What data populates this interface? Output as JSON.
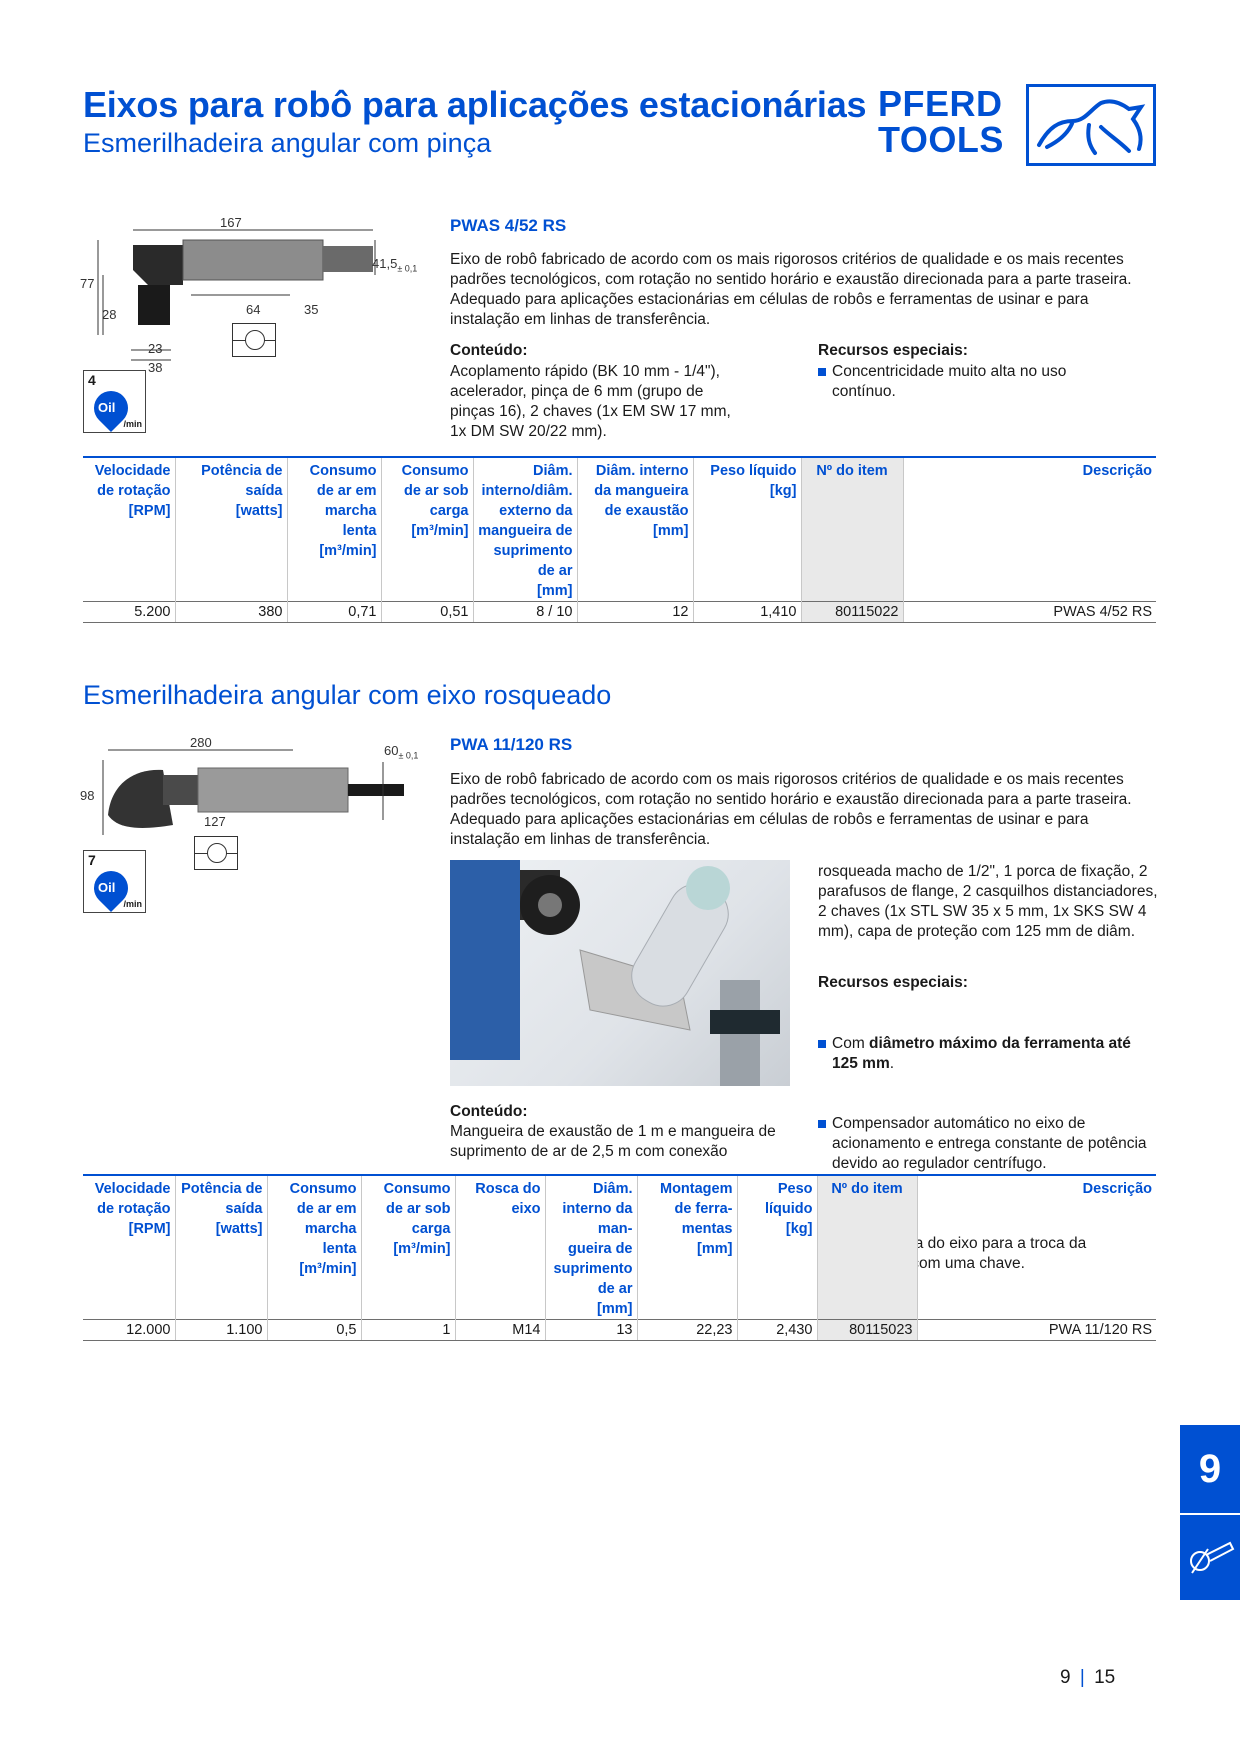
{
  "header": {
    "title": "Eixos para robô para aplicações estacionárias",
    "subtitle": "Esmerilhadeira angular com pinça",
    "logo_line1": "PFERD",
    "logo_line2": "TOOLS"
  },
  "product1": {
    "name": "PWAS 4/52 RS",
    "description": "Eixo de robô fabricado de acordo com os mais rigorosos critérios de qualidade e os mais recentes padrões tecnológicos, com rotação no sentido horário e exaustão direcionada para a parte traseira. Adequado para aplicações estacionárias em células de robôs e ferramentas de usinar e para instalação em linhas de transferência.",
    "contents_label": "Conteúdo:",
    "contents": "Acoplamento rápido (BK 10 mm - 1/4\"), acelerador, pinça de 6 mm (grupo de pinças 16), 2 chaves (1x EM SW 17 mm, 1x DM SW 20/22 mm).",
    "features_label": "Recursos especiais:",
    "features": [
      "Concentricidade muito alta no uso contínuo."
    ],
    "oil_number": "4",
    "oil_label": "Oil",
    "oil_unit": "/min",
    "dims": {
      "length": "167",
      "height": "77",
      "d28": "28",
      "d23": "23",
      "d38": "38",
      "d64": "64",
      "d35": "35",
      "tol": "41,5",
      "tol_sub": "± 0,1"
    },
    "table": {
      "headers": [
        [
          "Velocidade",
          "de rotação",
          "[RPM]"
        ],
        [
          "Potência de",
          "saída",
          "[watts]"
        ],
        [
          "Consumo",
          "de ar em",
          "marcha",
          "lenta",
          "[m³/min]"
        ],
        [
          "Consumo",
          "de ar sob",
          "carga",
          "[m³/min]"
        ],
        [
          "Diâm.",
          "interno/diâm.",
          "externo da",
          "mangueira de",
          "suprimento",
          "de ar",
          "[mm]"
        ],
        [
          "Diâm. interno",
          "da mangueira",
          "de exaustão",
          "[mm]"
        ],
        [
          "Peso líquido",
          "[kg]"
        ],
        [
          "Nº do item"
        ],
        [
          "Descrição"
        ]
      ],
      "row": [
        "5.200",
        "380",
        "0,71",
        "0,51",
        "8 / 10",
        "12",
        "1,410",
        "80115022",
        "PWAS 4/52 RS"
      ]
    }
  },
  "section2_title": "Esmerilhadeira angular com eixo rosqueado",
  "product2": {
    "name": "PWA 11/120 RS",
    "description": "Eixo de robô fabricado de acordo com os mais rigorosos critérios de qualidade e os mais recentes padrões tecnológicos, com rotação no sentido horário e exaustão direcionada para a parte traseira. Adequado para aplicações estacionárias em células de robôs e ferramentas de usinar e para instalação em linhas de transferência.",
    "contents_label": "Conteúdo:",
    "contents_a": "Mangueira de exaustão de 1 m e mangueira de suprimento de ar de 2,5 m com conexão",
    "contents_b": "rosqueada macho de 1/2\", 1 porca de fixação, 2 parafusos de flange, 2 casquilhos distanciadores, 2 chaves (1x STL SW 35 x 5 mm, 1x SKS SW 4 mm), capa de proteção com 125 mm de diâm.",
    "features_label": "Recursos especiais:",
    "feature1_pre": "Com ",
    "feature1_bold": "diâmetro máximo da ferramenta até 125 mm",
    "feature1_post": ".",
    "features": [
      "Compensador automático no eixo de acionamento e entrega constante de potência devido ao regulador centrífugo.",
      "Pino de trava do eixo para a troca da ferramenta com uma chave."
    ],
    "oil_number": "7",
    "oil_label": "Oil",
    "oil_unit": "/min",
    "dims": {
      "length": "280",
      "height": "98",
      "d127": "127",
      "tol": "60",
      "tol_sub": "± 0,1"
    },
    "table": {
      "headers": [
        [
          "Velocidade",
          "de rotação",
          "[RPM]"
        ],
        [
          "Potência de",
          "saída",
          "[watts]"
        ],
        [
          "Consumo",
          "de ar em",
          "marcha",
          "lenta",
          "[m³/min]"
        ],
        [
          "Consumo",
          "de ar sob",
          "carga",
          "[m³/min]"
        ],
        [
          "Rosca do",
          "eixo"
        ],
        [
          "Diâm.",
          "interno da",
          "man-",
          "gueira de",
          "suprimento",
          "de ar",
          "[mm]"
        ],
        [
          "Montagem",
          "de ferra-",
          "mentas",
          "[mm]"
        ],
        [
          "Peso",
          "líquido",
          "[kg]"
        ],
        [
          "Nº do item"
        ],
        [
          "Descrição"
        ]
      ],
      "row": [
        "12.000",
        "1.100",
        "0,5",
        "1",
        "M14",
        "13",
        "22,23",
        "2,430",
        "80115023",
        "PWA 11/120 RS"
      ]
    }
  },
  "chapter_tab": "9",
  "page_number": {
    "chapter": "9",
    "page": "15"
  },
  "colors": {
    "brand": "#0050d2"
  }
}
